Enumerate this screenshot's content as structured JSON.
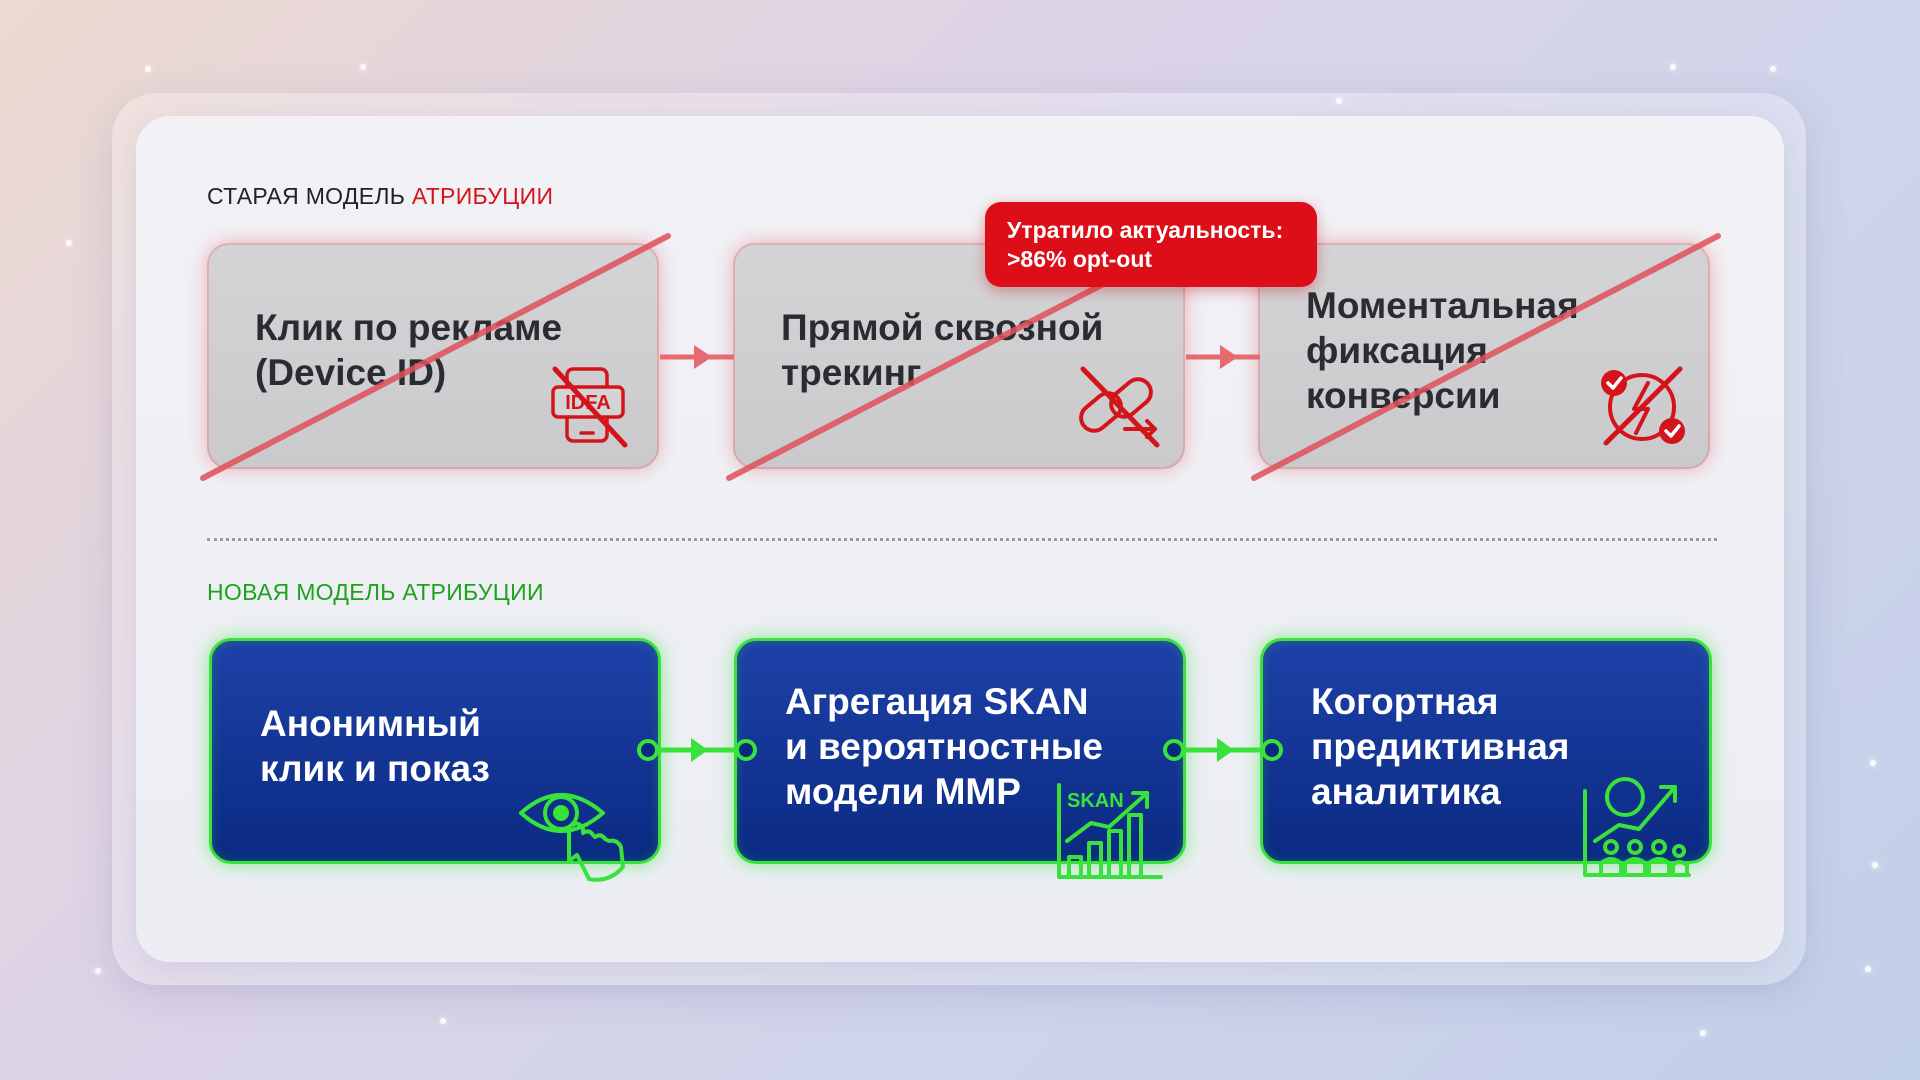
{
  "old_model": {
    "heading_prefix": "СТАРАЯ МОДЕЛЬ ",
    "heading_accent": "АТРИБУЦИИ",
    "cards": [
      {
        "text": "Клик по рекламе\n(Device ID)",
        "icon": "idfa-phone-crossed-icon",
        "icon_label": "IDFA"
      },
      {
        "text": "Прямой сквозной\nтрекинг",
        "icon": "broken-link-crossed-icon"
      },
      {
        "text": "Моментальная\nфиксация\nконверсии",
        "icon": "lightning-check-crossed-icon"
      }
    ],
    "badge": "Утратило актуальность:\n>86% opt-out"
  },
  "new_model": {
    "heading": "НОВАЯ МОДЕЛЬ АТРИБУЦИИ",
    "cards": [
      {
        "text": "Анонимный\nклик и показ",
        "icon": "eye-hand-pointer-icon"
      },
      {
        "text": "Агрегация SKAN\nи вероятностные\nмодели MMP",
        "icon": "skan-growth-chart-icon",
        "icon_label": "SKAN"
      },
      {
        "text": "Когортная\nпредиктивная\nаналитика",
        "icon": "cohort-growth-chart-icon"
      }
    ]
  },
  "colors": {
    "old_accent": "#d4141b",
    "new_accent": "#39e23a",
    "new_card_blue": "#0a2a82",
    "badge_red": "#dc0f18"
  }
}
